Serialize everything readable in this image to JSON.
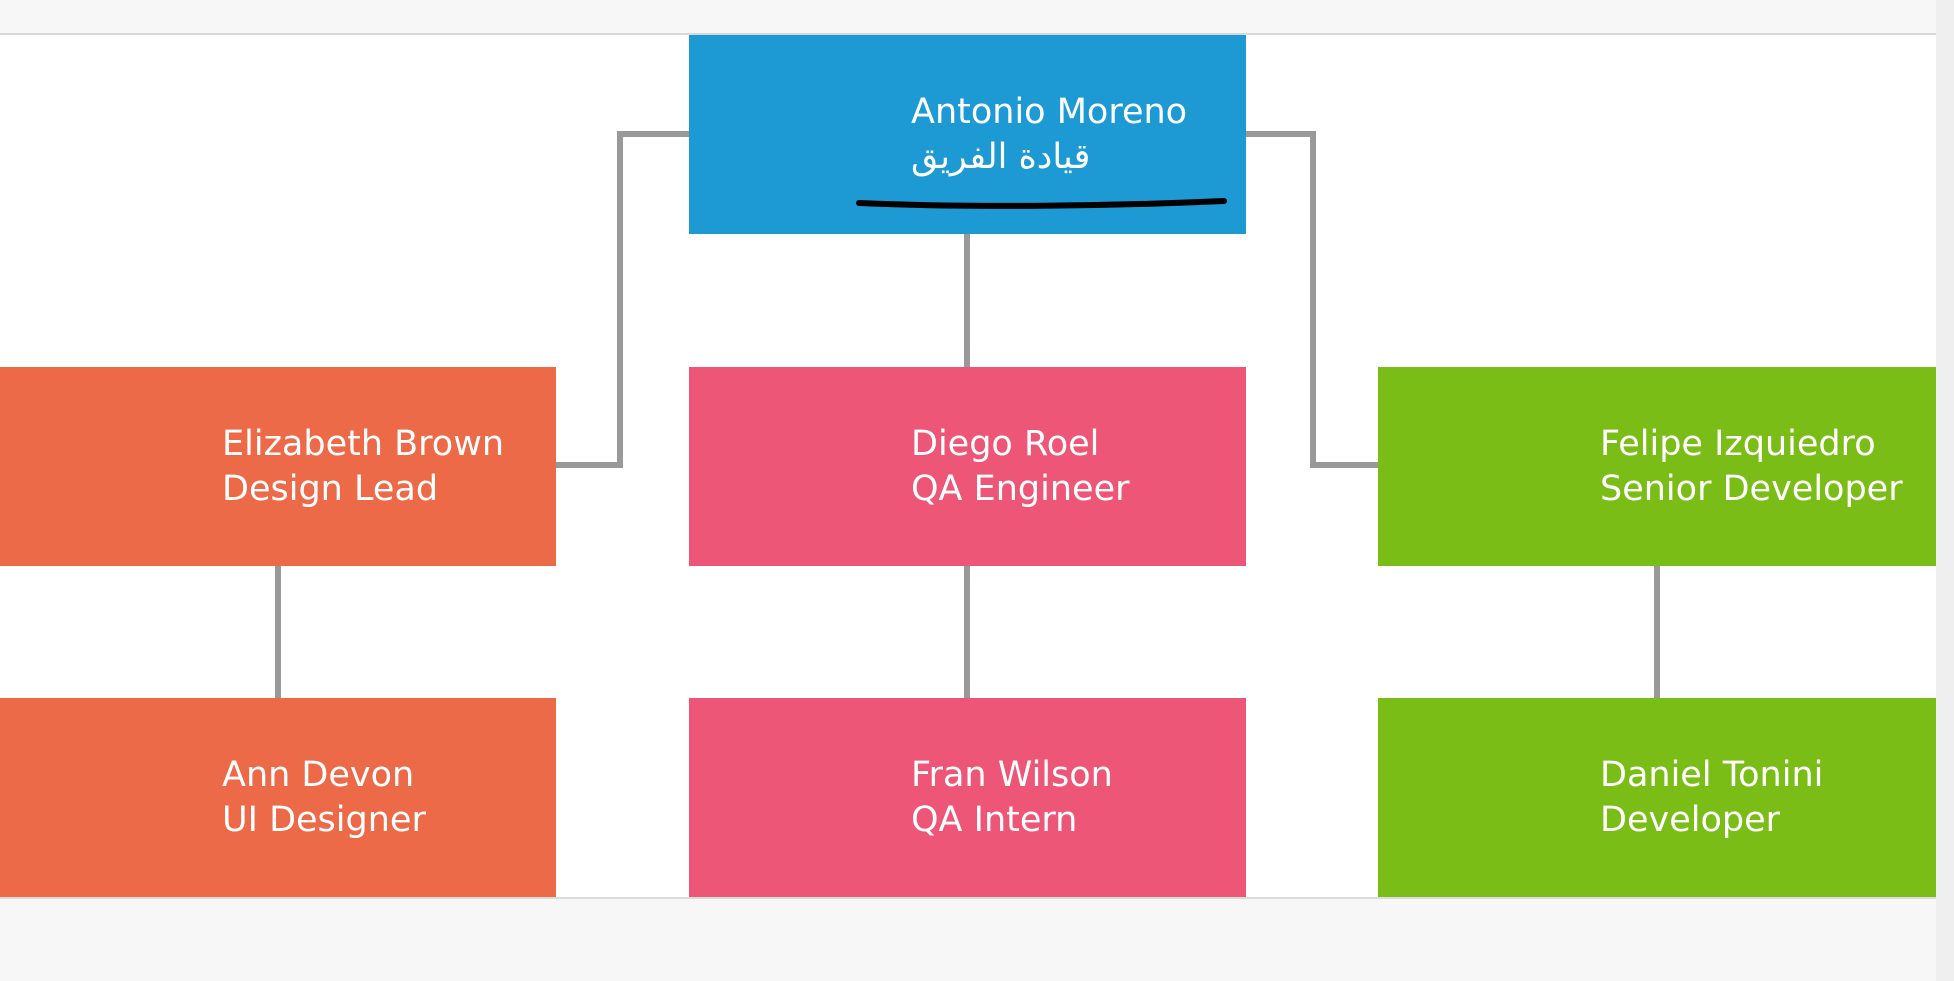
{
  "org_chart": {
    "nodes": [
      {
        "name": "Antonio Moreno",
        "title": "قيادة الفريق",
        "color": "#1d9ad3",
        "role": "root"
      },
      {
        "name": "Elizabeth Brown",
        "title": "Design Lead",
        "color": "#ec6a48",
        "reports_to": "Antonio Moreno"
      },
      {
        "name": "Diego Roel",
        "title": "QA Engineer",
        "color": "#ee5677",
        "reports_to": "Antonio Moreno"
      },
      {
        "name": "Felipe Izquiedro",
        "title": "Senior Developer",
        "color": "#7abd16",
        "reports_to": "Antonio Moreno"
      },
      {
        "name": "Ann Devon",
        "title": "UI Designer",
        "color": "#ec6a48",
        "reports_to": "Elizabeth Brown"
      },
      {
        "name": "Fran Wilson",
        "title": "QA Intern",
        "color": "#ee5677",
        "reports_to": "Diego Roel"
      },
      {
        "name": "Daniel Tonini",
        "title": "Developer",
        "color": "#7abd16",
        "reports_to": "Felipe Izquiedro"
      }
    ],
    "edges": [
      [
        "Antonio Moreno",
        "Elizabeth Brown"
      ],
      [
        "Antonio Moreno",
        "Diego Roel"
      ],
      [
        "Antonio Moreno",
        "Felipe Izquiedro"
      ],
      [
        "Elizabeth Brown",
        "Ann Devon"
      ],
      [
        "Diego Roel",
        "Fran Wilson"
      ],
      [
        "Felipe Izquiedro",
        "Daniel Tonini"
      ]
    ],
    "annotation": {
      "type": "hand-drawn-underline",
      "under_text": "قيادة الفريق",
      "color": "#000000"
    },
    "colors": {
      "connector": "#999999",
      "node_blue": "#1d9ad3",
      "node_orange": "#ec6a48",
      "node_pink": "#ee5677",
      "node_green": "#7abd16",
      "header_bg": "#f7f7f7",
      "footer_bg": "#f7f7f7",
      "scroll_track": "#efefef",
      "text": "#ffffff"
    }
  }
}
